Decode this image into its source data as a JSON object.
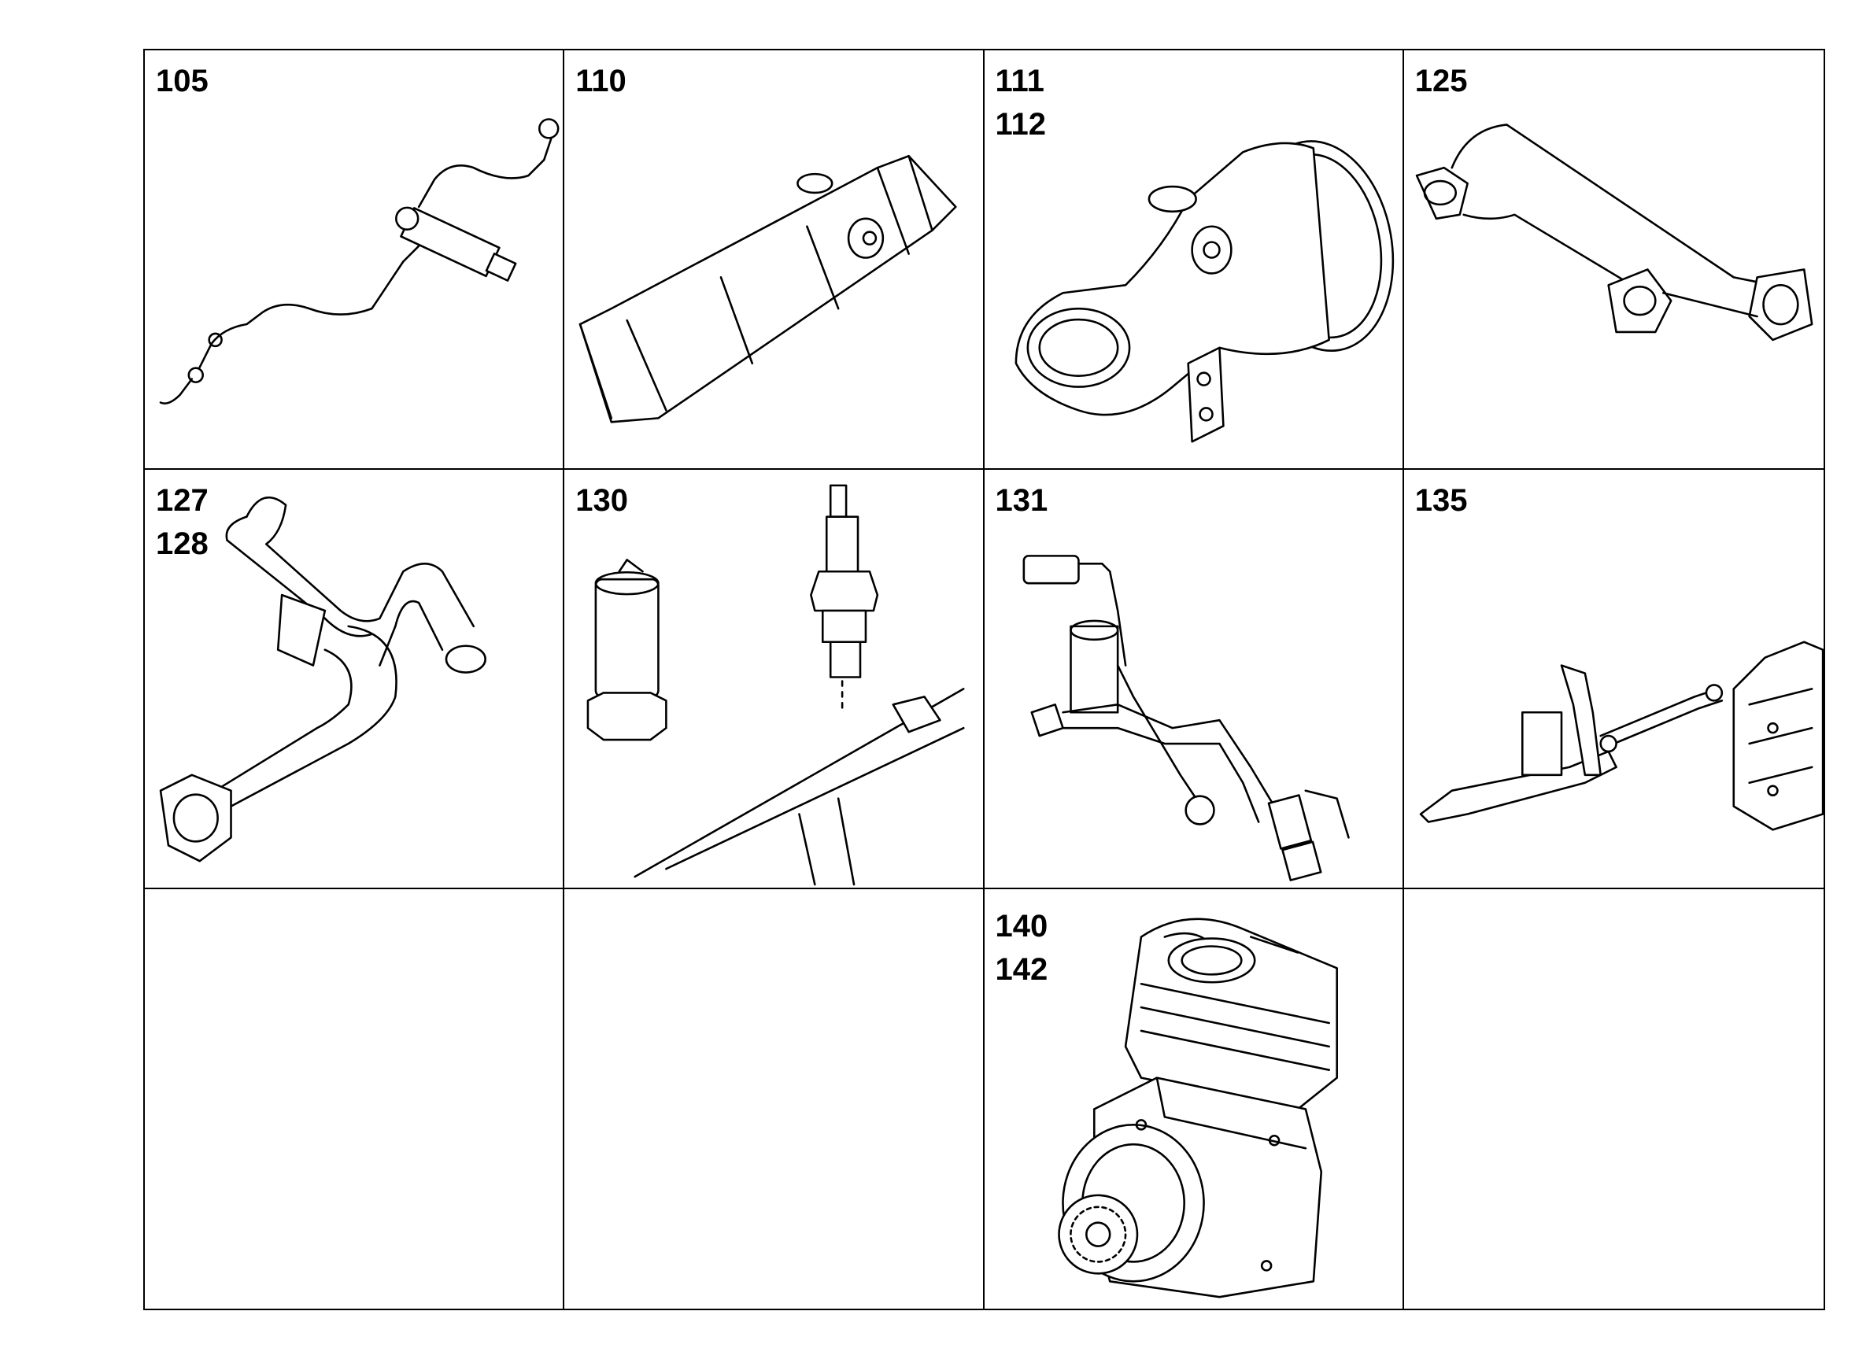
{
  "cells": [
    {
      "labels": [
        "105"
      ],
      "part": "injector-line"
    },
    {
      "labels": [
        "110"
      ],
      "part": "rocker-cover"
    },
    {
      "labels": [
        "111",
        "112"
      ],
      "part": "intake-elbow"
    },
    {
      "labels": [
        "125"
      ],
      "part": "exhaust-pipe"
    },
    {
      "labels": [
        "127",
        "128"
      ],
      "part": "bent-pipe"
    },
    {
      "labels": [
        "130"
      ],
      "part": "glow-plug"
    },
    {
      "labels": [
        "131"
      ],
      "part": "sensor-lines"
    },
    {
      "labels": [
        "135"
      ],
      "part": "linkage-rod"
    },
    {
      "labels": [],
      "part": ""
    },
    {
      "labels": [],
      "part": ""
    },
    {
      "labels": [
        "140",
        "142"
      ],
      "part": "air-compressor"
    },
    {
      "labels": [],
      "part": ""
    }
  ]
}
